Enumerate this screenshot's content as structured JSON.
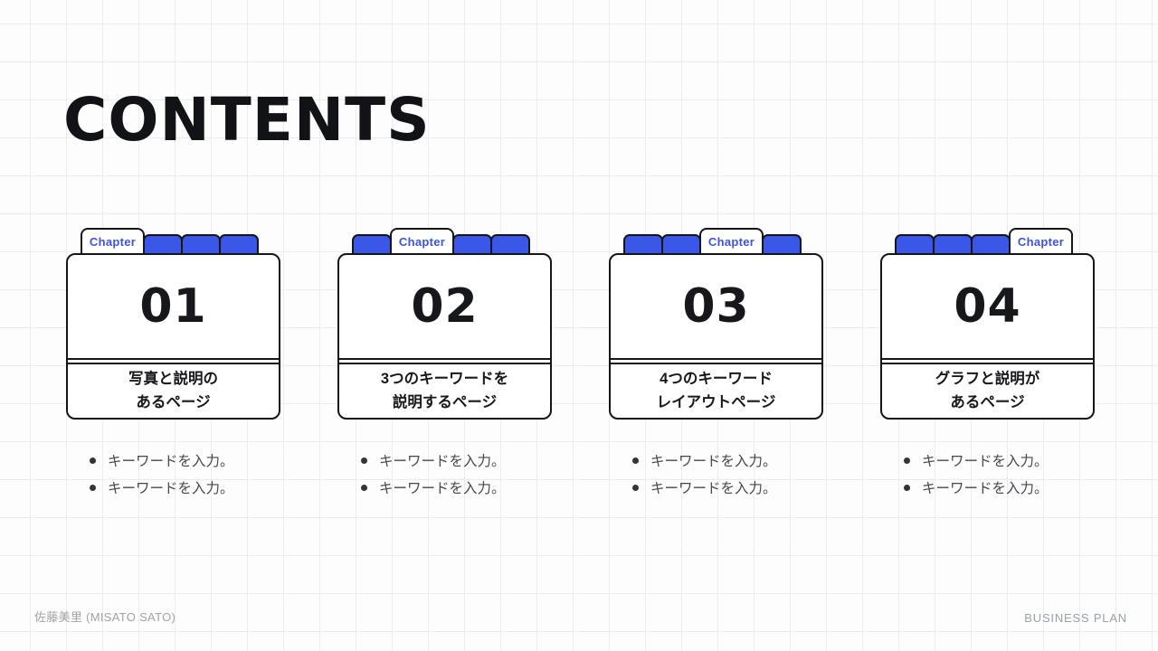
{
  "title": "CONTENTS",
  "colors": {
    "accent_blue": "#3b57e7",
    "chapter_text_blue": "#3a54e0",
    "border_black": "#15161a",
    "body_text_gray": "#47484d",
    "footer_gray": "#9da0a6",
    "grid_line": "#ebecf2",
    "background": "#fdfdfe"
  },
  "cards": [
    {
      "number": "01",
      "tab_label": "Chapter",
      "chapter_tab_index": 0,
      "title_lines": [
        "写真と説明の",
        "あるページ"
      ],
      "bullets": [
        "キーワードを入力。",
        "キーワードを入力。"
      ]
    },
    {
      "number": "02",
      "tab_label": "Chapter",
      "chapter_tab_index": 1,
      "title_lines": [
        "3つのキーワードを",
        "説明するページ"
      ],
      "bullets": [
        "キーワードを入力。",
        "キーワードを入力。"
      ]
    },
    {
      "number": "03",
      "tab_label": "Chapter",
      "chapter_tab_index": 2,
      "title_lines": [
        "4つのキーワード",
        "レイアウトページ"
      ],
      "bullets": [
        "キーワードを入力。",
        "キーワードを入力。"
      ]
    },
    {
      "number": "04",
      "tab_label": "Chapter",
      "chapter_tab_index": 3,
      "title_lines": [
        "グラフと説明が",
        "あるページ"
      ],
      "bullets": [
        "キーワードを入力。",
        "キーワードを入力。"
      ]
    }
  ],
  "footer": {
    "author": "佐藤美里 (MISATO SATO)",
    "project": "BUSINESS PLAN"
  }
}
